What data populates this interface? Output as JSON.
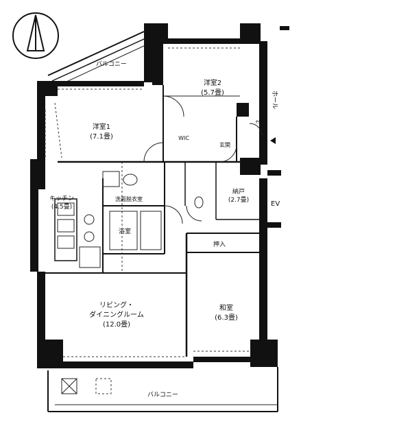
{
  "compass": {
    "icon": "north-arrow-icon"
  },
  "rooms": {
    "western_room_1": {
      "name": "洋室1",
      "size": "(7.1畳)"
    },
    "western_room_2": {
      "name": "洋室2",
      "size": "(5.7畳)"
    },
    "kitchen": {
      "name": "キッチン",
      "size": "(4.5畳)"
    },
    "living_dining": {
      "name": "リビング・",
      "name2": "ダイニングルーム",
      "size": "(12.0畳)"
    },
    "japanese_room": {
      "name": "和室",
      "size": "(6.3畳)"
    },
    "bathroom": {
      "name": "浴室"
    },
    "washroom": {
      "name": "洗面脱衣室"
    },
    "storage_room": {
      "name": "納戸",
      "size": "(2.7畳)"
    },
    "closet": {
      "name": "押入"
    },
    "entrance": {
      "name": "玄関"
    },
    "wic": {
      "name": "WIC"
    }
  },
  "balconies": {
    "top": "バルコニー",
    "bottom": "バルコニー"
  },
  "labels": {
    "hall": "ホール",
    "ev": "EV",
    "ps": "PS"
  }
}
